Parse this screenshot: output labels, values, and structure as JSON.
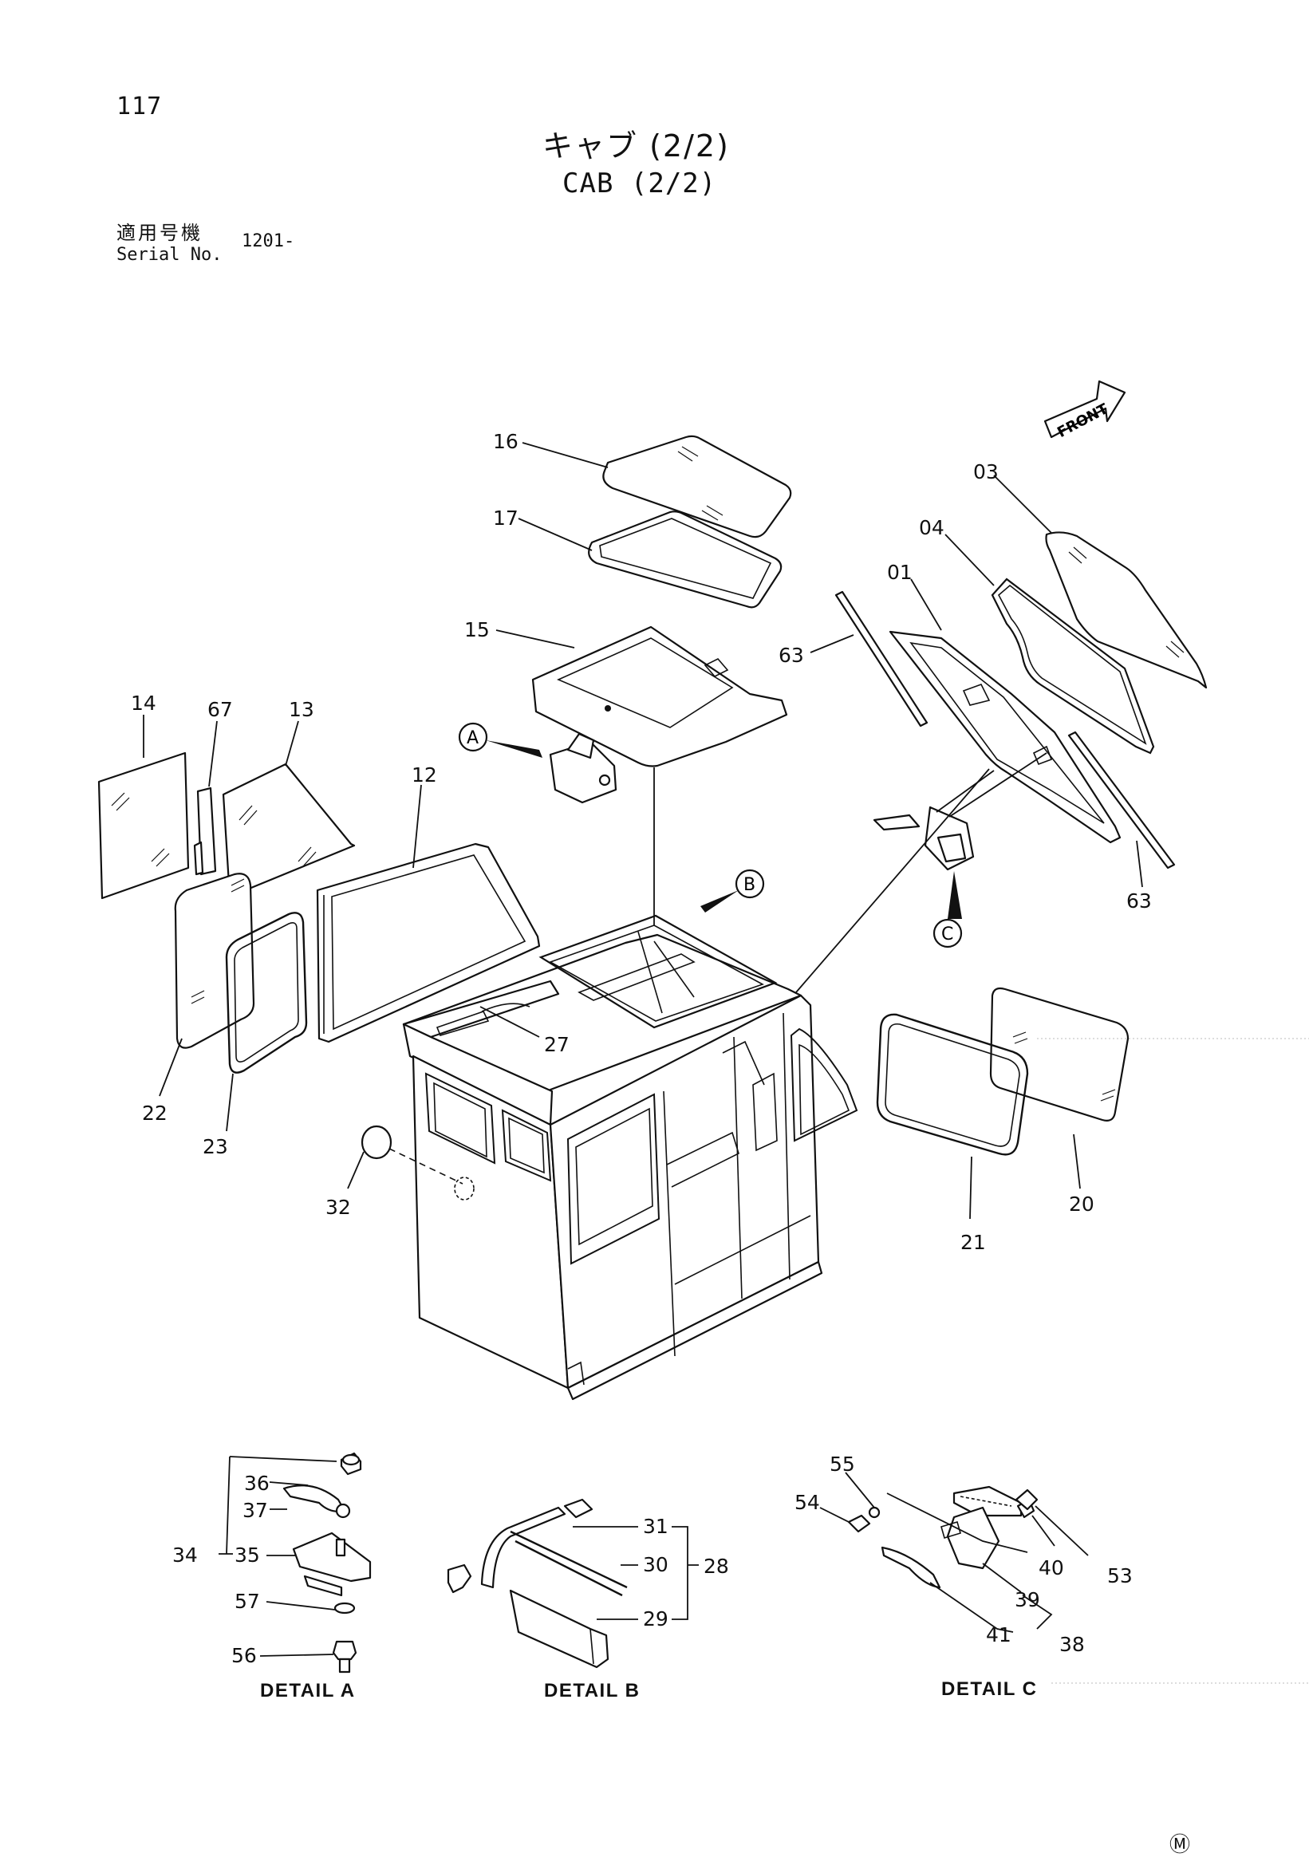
{
  "page_number": "117",
  "title_jp": "キャブ (2/2)",
  "title_en": "CAB (2/2)",
  "serial": {
    "label_jp": "適用号機",
    "label_en": "Serial No.",
    "value": "1201-"
  },
  "front_label": "FRONT",
  "callouts": {
    "a": "A",
    "b": "B",
    "c": "C"
  },
  "parts": {
    "p16": "16",
    "p17": "17",
    "p15": "15",
    "p03": "03",
    "p04": "04",
    "p01": "01",
    "p63a": "63",
    "p63b": "63",
    "p14": "14",
    "p67": "67",
    "p13": "13",
    "p12": "12",
    "p22": "22",
    "p23": "23",
    "p27": "27",
    "p32": "32",
    "p20": "20",
    "p21": "21",
    "p36": "36",
    "p37": "37",
    "p34": "34",
    "p35": "35",
    "p57": "57",
    "p56": "56",
    "p31": "31",
    "p30": "30",
    "p28": "28",
    "p29": "29",
    "p55": "55",
    "p54": "54",
    "p40": "40",
    "p53": "53",
    "p39": "39",
    "p41": "41",
    "p38": "38"
  },
  "details": {
    "a": "DETAIL A",
    "b": "DETAIL B",
    "c": "DETAIL C"
  },
  "footer_mark": "Ⓜ"
}
